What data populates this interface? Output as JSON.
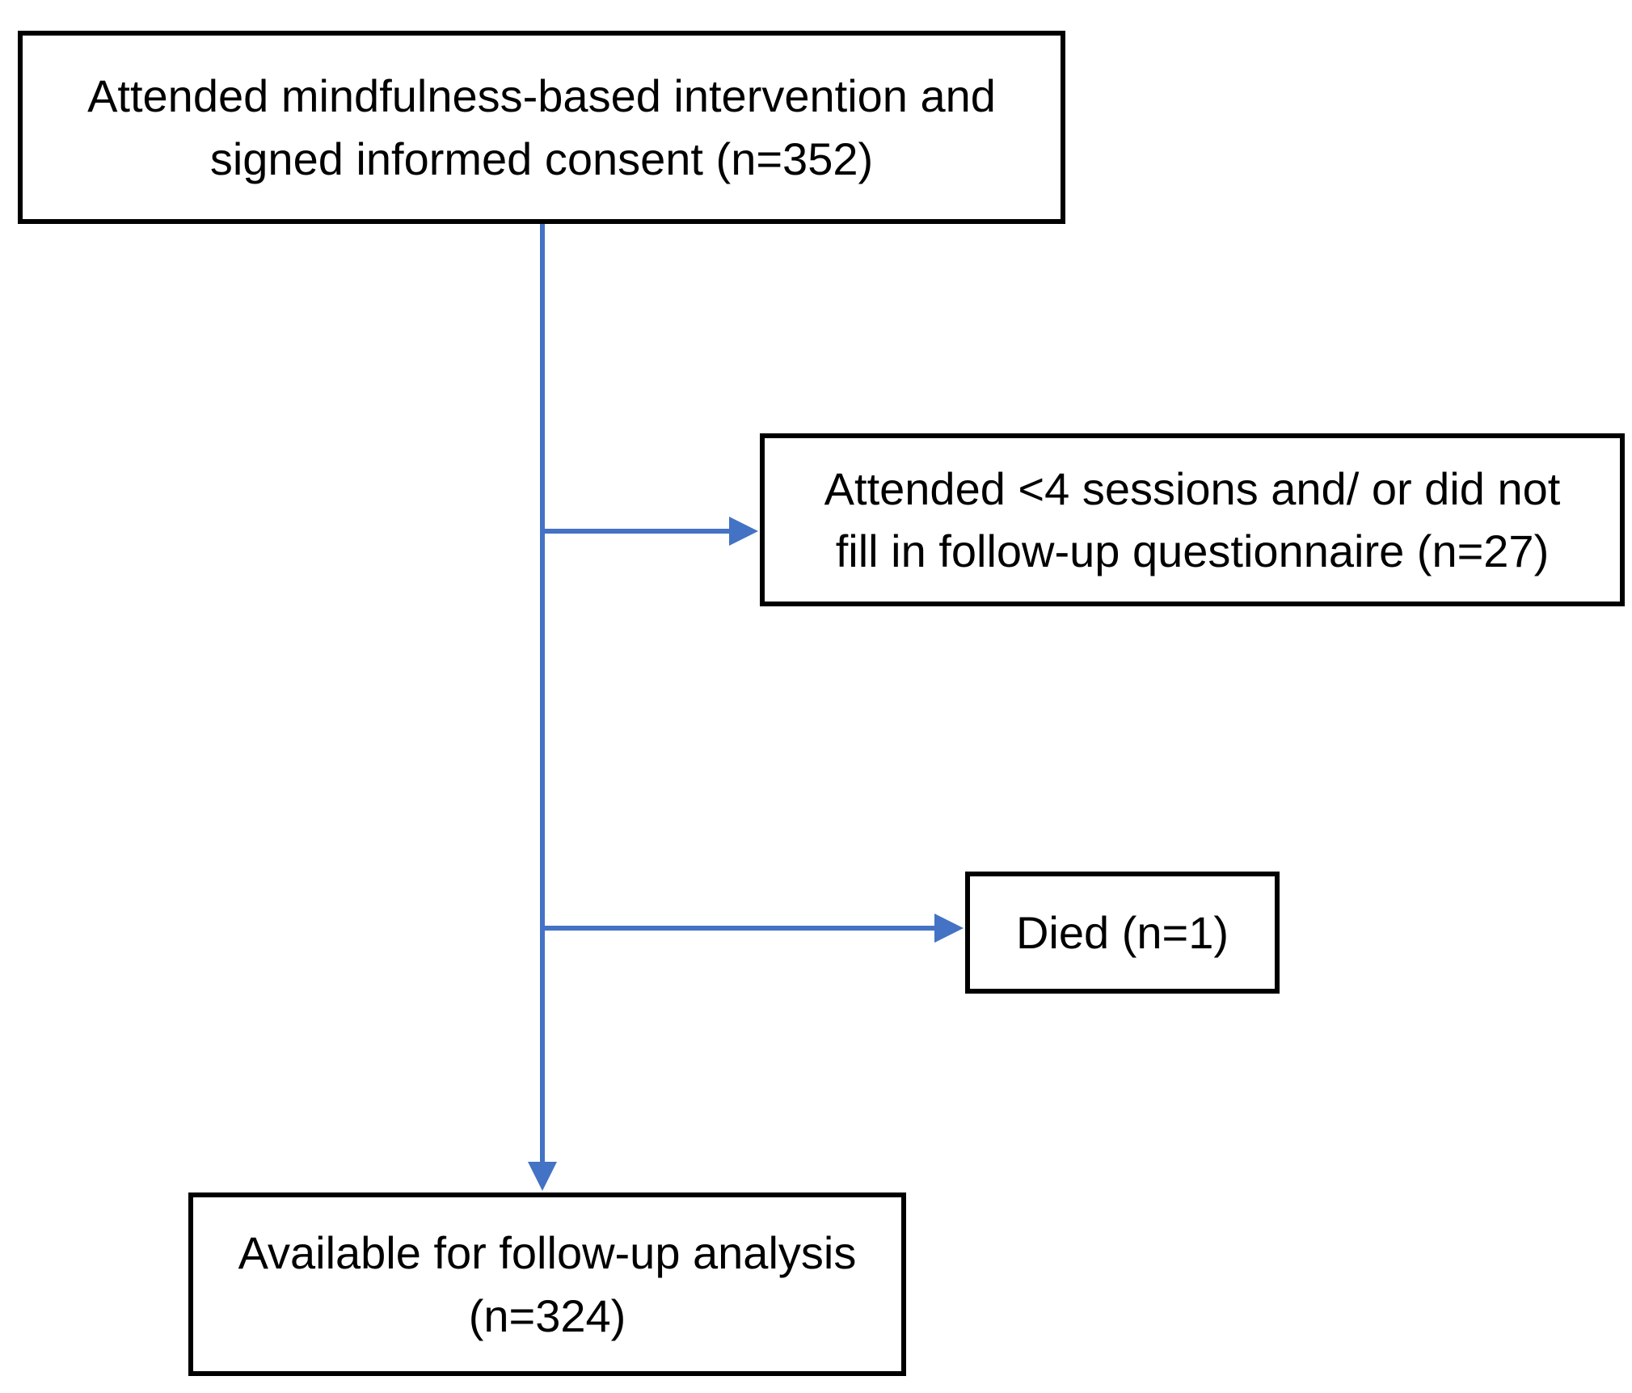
{
  "colors": {
    "connector": "#4472C4",
    "box_border": "#000000",
    "text": "#000000",
    "background": "#FFFFFF"
  },
  "nodes": {
    "enrolled": "Attended mindfulness-based intervention and\nsigned informed consent (n=352)",
    "excluded_sessions": "Attended <4 sessions and/ or did not\nfill in follow-up questionnaire (n=27)",
    "excluded_died": "Died (n=1)",
    "analysed": "Available for follow-up analysis\n(n=324)"
  },
  "edges": [
    {
      "from": "enrolled",
      "to": "analysed"
    },
    {
      "from": "enrolled",
      "to": "excluded_sessions"
    },
    {
      "from": "enrolled",
      "to": "excluded_died"
    }
  ]
}
